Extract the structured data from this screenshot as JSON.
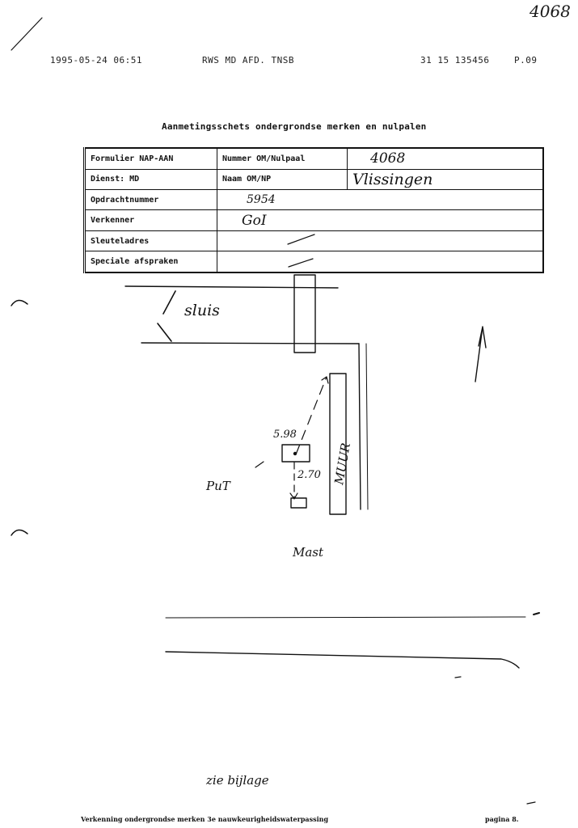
{
  "page_number_top": "4068",
  "fax_header": {
    "datetime": "1995-05-24  06:51",
    "sender": "RWS MD AFD. TNSB",
    "phone": "31 15 135456",
    "page": "P.09"
  },
  "title": "Aanmetingsschets ondergrondse merken en nulpalen",
  "form": {
    "rows": [
      {
        "label": "Formulier NAP-AAN",
        "field": "Nummer OM/Nulpaal",
        "value": "4068"
      },
      {
        "label": "Dienst: MD",
        "field": "Naam OM/NP",
        "value": "Vlissingen"
      },
      {
        "label": "Opdrachtnummer",
        "field": "",
        "value": "5954"
      },
      {
        "label": "Verkenner",
        "field": "",
        "value": "GoI"
      },
      {
        "label": "Sleuteladres",
        "field": "",
        "value": ""
      },
      {
        "label": "Speciale afspraken",
        "field": "",
        "value": ""
      }
    ]
  },
  "sketch": {
    "label_sluis": "sluis",
    "label_muur": "MUUR",
    "label_put": "PuT",
    "label_mast": "Mast",
    "measure_a": "5.98",
    "measure_b": "2.70",
    "note": "zie bijlage"
  },
  "footer": {
    "left": "Verkenning ondergrondse merken 3e nauwkeurigheidswaterpassing",
    "right": "pagina 8."
  }
}
